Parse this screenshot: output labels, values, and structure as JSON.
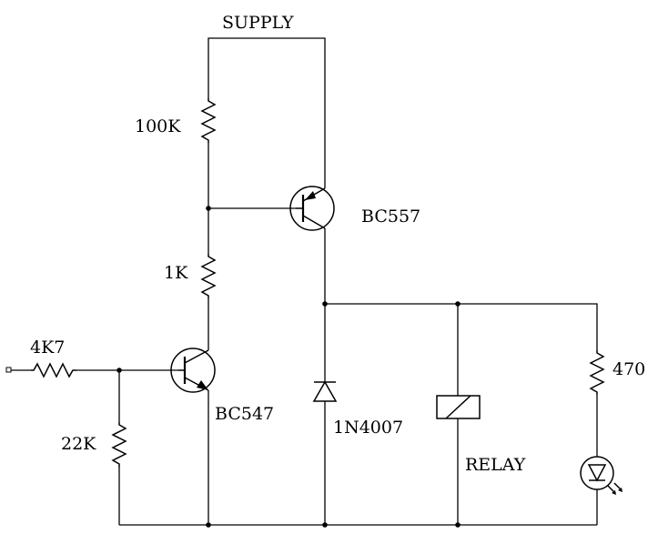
{
  "labels": {
    "supply": "SUPPLY",
    "r_top": "100K",
    "q_pnp": "BC557",
    "r_mid": "1K",
    "r_in": "4K7",
    "q_npn": "BC547",
    "r_bias": "22K",
    "diode": "1N4007",
    "relay": "RELAY",
    "r_led": "470"
  }
}
